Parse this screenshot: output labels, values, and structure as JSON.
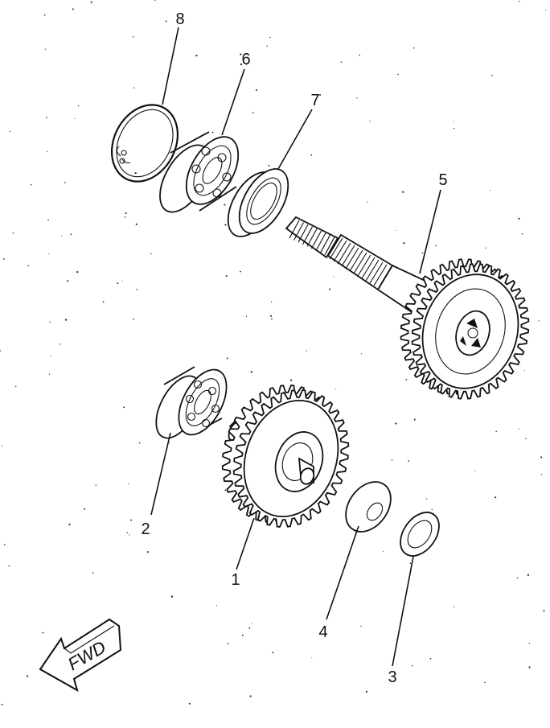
{
  "callouts": {
    "c1": "1",
    "c2": "2",
    "c3": "3",
    "c4": "4",
    "c5": "5",
    "c6": "6",
    "c7": "7",
    "c8": "8"
  },
  "fwd_arrow": {
    "label": "FWD"
  },
  "colors": {
    "ink": "#111111",
    "paper": "#ffffff"
  }
}
